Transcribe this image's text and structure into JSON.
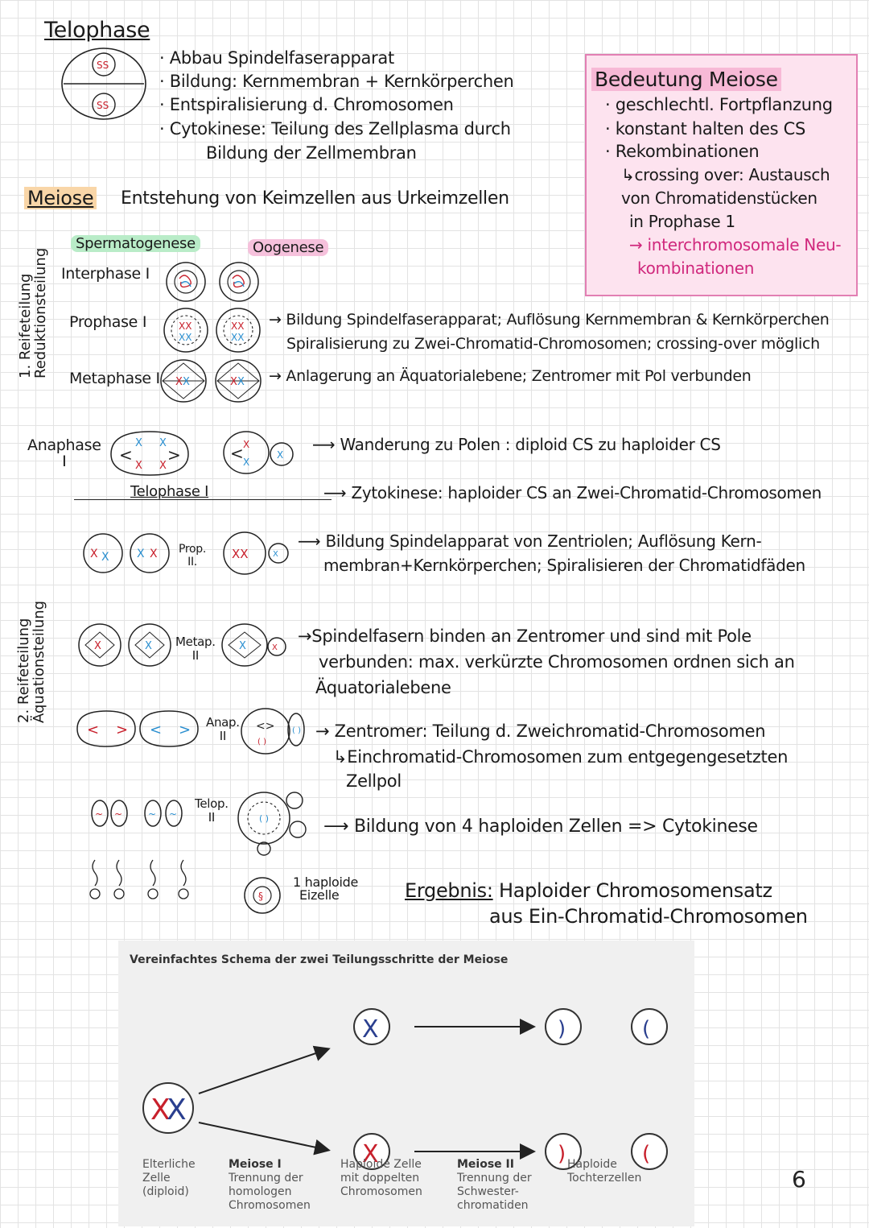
{
  "telophase": {
    "title": "Telophase",
    "bullets": [
      "Abbau Spindelfaserapparat",
      "Bildung: Kernmembran + Kernkörperchen",
      "Entspiralisierung d. Chromosomen",
      "Cytokinese: Teilung des Zellplasma durch"
    ],
    "bullet_cont": "Bildung der Zellmembran"
  },
  "meiose": {
    "title": "Meiose",
    "definition": "Entstehung von Keimzellen aus Urkeimzellen",
    "spermatogenese": "Spermatogenese",
    "oogenese": "Oogenese"
  },
  "bedeutung": {
    "title": "Bedeutung Meiose",
    "lines": [
      "· geschlechtl. Fortpflanzung",
      "· konstant halten des CS",
      "· Rekombinationen",
      "↳crossing over: Austausch",
      "von Chromatidenstücken",
      "in Prophase 1",
      "→ interchromosomale Neu-",
      "kombinationen"
    ]
  },
  "first_division": {
    "side_label_1": "1. Reifeteilung",
    "side_label_2": "Reduktionsteilung",
    "interphase": "Interphase I",
    "prophase": "Prophase I",
    "prophase_note_1": "Bildung Spindelfaserapparat; Auflösung Kernmembran & Kernkörperchen",
    "prophase_note_2": "Spiralisierung zu Zwei-Chromatid-Chromosomen; crossing-over möglich",
    "metaphase": "Metaphase I",
    "metaphase_note": "Anlagerung an Äquatorialebene; Zentromer mit Pol verbunden",
    "anaphase_1": "Anaphase",
    "anaphase_2": "I",
    "anaphase_note": "Wanderung zu Polen : diploid CS zu haploider CS",
    "telophase": "Telophase I",
    "telophase_note": "Zytokinese: haploider CS an Zwei-Chromatid-Chromosomen"
  },
  "second_division": {
    "side_label_1": "2. Reifeteilung",
    "side_label_2": "Äquationsteilung",
    "prop": "Prop.",
    "prop_num": "II.",
    "prop_note_1": "Bildung Spindelapparat von Zentriolen; Auflösung Kern-",
    "prop_note_2": "membran+Kernkörperchen; Spiralisieren der Chromatidfäden",
    "metap": "Metap.",
    "metap_num": "II",
    "metap_note_1": "Spindelfasern binden an Zentromer und sind mit Pole",
    "metap_note_2": "verbunden: max. verkürzte Chromosomen ordnen sich an",
    "metap_note_3": "Äquatorialebene",
    "anap": "Anap.",
    "anap_num": "II",
    "anap_note_1": "Zentromer: Teilung d. Zweichromatid-Chromosomen",
    "anap_note_2": "Einchromatid-Chromosomen zum entgegengesetzten",
    "anap_note_3": "Zellpol",
    "telop": "Telop.",
    "telop_num": "II",
    "telop_note": "Bildung von 4 haploiden Zellen => Cytokinese",
    "eizelle_1": "1 haploide",
    "eizelle_2": "Eizelle",
    "ergebnis_label": "Ergebnis:",
    "ergebnis_1": "Haploider Chromosomensatz",
    "ergebnis_2": "aus Ein-Chromatid-Chromosomen"
  },
  "figure": {
    "title": "Vereinfachtes Schema der zwei Teilungsschritte der Meiose",
    "captions": [
      {
        "bold": "",
        "lines": [
          "Elterliche",
          "Zelle",
          "(diploid)"
        ]
      },
      {
        "bold": "Meiose I",
        "lines": [
          "Trennung der",
          "homologen",
          "Chromosomen"
        ]
      },
      {
        "bold": "",
        "lines": [
          "Haploide Zelle",
          "mit doppelten",
          "Chromosomen"
        ]
      },
      {
        "bold": "Meiose II",
        "lines": [
          "Trennung der",
          "Schwester-",
          "chromatiden"
        ]
      },
      {
        "bold": "",
        "lines": [
          "Haploide",
          "Tochterzellen"
        ]
      }
    ],
    "colors": {
      "red": "#c8202c",
      "blue": "#2a3f8f"
    }
  },
  "page_number": "6"
}
